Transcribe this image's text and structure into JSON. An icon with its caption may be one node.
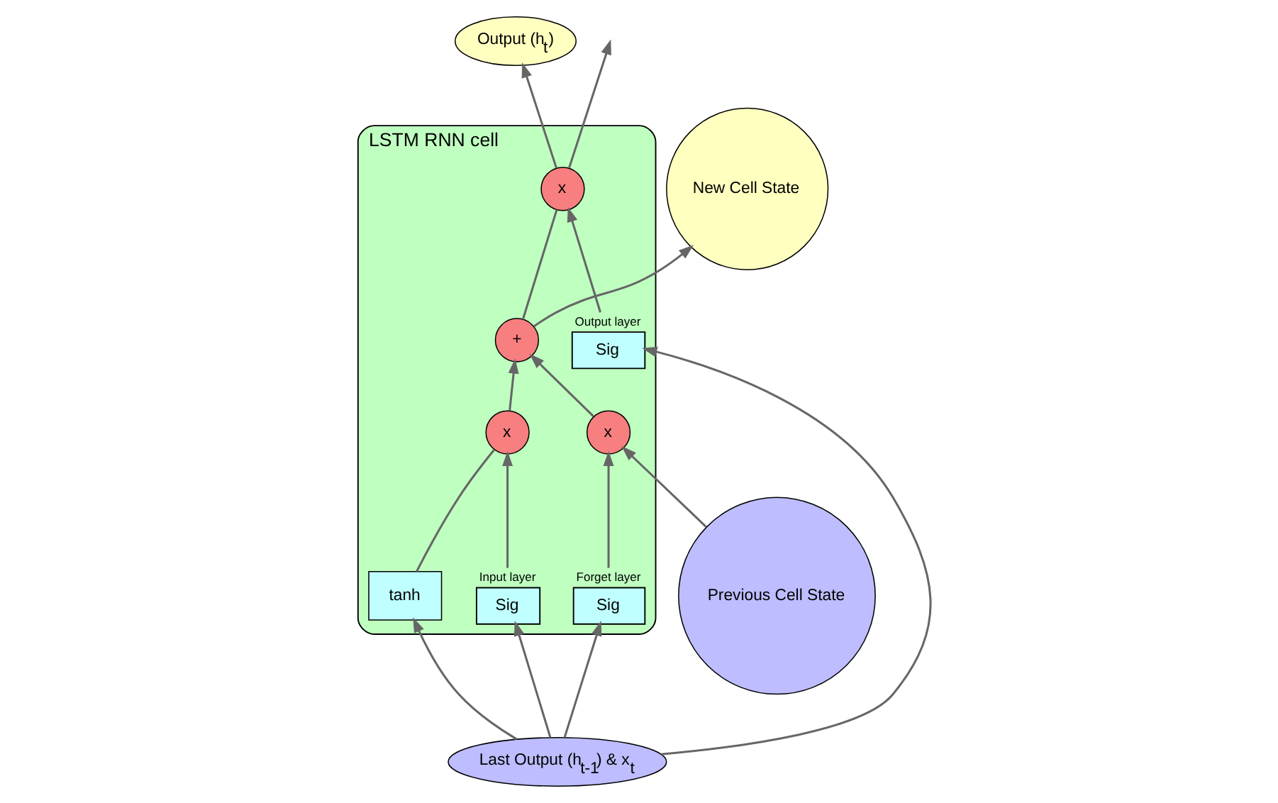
{
  "diagram": {
    "nodes": [
      {
        "text": [
          "Output (h$_{t}$)"
        ]
      },
      {
        "text": [
          "LSTM RNN cell"
        ]
      },
      {
        "text": [
          "Previous Cell State"
        ]
      },
      {
        "text": [
          "x"
        ],
        "in": 1
      },
      {
        "text": [
          "+"
        ],
        "in": 1
      },
      {
        "text": [
          "New Cell State"
        ]
      },
      {
        "text": [
          "x"
        ],
        "in": 1
      },
      {
        "text": [
          "x"
        ],
        "in": 1
      },
      {
        "text": [
          "Sig"
        ],
        "in": 1,
        "beside": [
          "Forget layer"
        ]
      },
      {
        "text": [
          "Sig"
        ],
        "in": 1,
        "beside": [
          "Input layer"
        ]
      },
      {
        "text": [
          "tanh"
        ],
        "in": 1
      },
      {
        "text": [
          "Sig"
        ],
        "in": 1,
        "beside": [
          "Output layer"
        ]
      },
      {
        "text": [
          "Last Output (h$_{t-1}$) & x$_{t}$"
        ]
      }
    ],
    "edges": [
      {
        "from": 2,
        "to": 3,
        "arrow": "to"
      },
      {
        "from": 3,
        "to": 4,
        "arrow": "to"
      },
      {
        "from": 4,
        "to": 5,
        "arrow": "to"
      },
      {
        "from": 8,
        "to": 3,
        "arrow": "to"
      },
      {
        "from": 9,
        "to": 6,
        "arrow": "to"
      },
      {
        "from": 10,
        "to": 6,
        "arrow": "none"
      },
      {
        "from": 6,
        "to": 4,
        "arrow": "to"
      },
      {
        "from": 11,
        "to": 7,
        "arrow": "to"
      },
      {
        "from": 4,
        "to": 7,
        "arrow": "none"
      },
      {
        "from": 7,
        "to": 0,
        "arrow": "to"
      },
      {
        "from": 7,
        "to": null,
        "arrow": "to"
      },
      {
        "from": 12,
        "to": 8,
        "arrow": "to"
      },
      {
        "from": 12,
        "to": 9,
        "arrow": "to"
      },
      {
        "from": 12,
        "to": 10,
        "arrow": "to"
      },
      {
        "from": 12,
        "to": 11,
        "arrow": "to"
      }
    ]
  }
}
